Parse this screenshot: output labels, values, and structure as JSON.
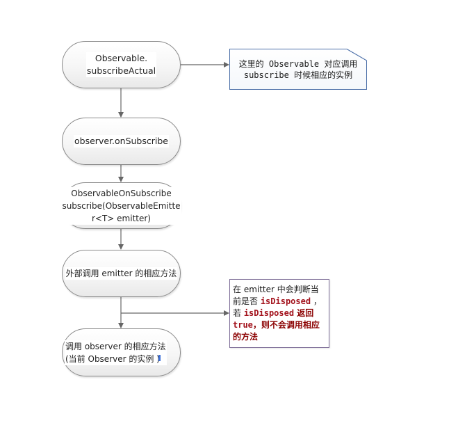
{
  "diagram": {
    "type": "flowchart",
    "colors": {
      "connector": "#666666",
      "terminal_border": "#8a8a8a",
      "note_border": "#4a6ea8",
      "process_border": "#7d6d97",
      "highlight_red": "#a3121c"
    },
    "nodes": [
      {
        "id": "n1",
        "shape": "terminal",
        "label": "Observable.\nsubscribeActual"
      },
      {
        "id": "n2",
        "shape": "terminal",
        "label": "observer.onSubscribe"
      },
      {
        "id": "n3",
        "shape": "terminal",
        "label": "ObservableOnSubscribe\nsubscribe(ObservableEmitte\nr<T> emitter)"
      },
      {
        "id": "n4",
        "shape": "terminal",
        "label": "外部调用 emitter 的相应方法"
      },
      {
        "id": "n5",
        "shape": "terminal",
        "label": "调用 observer  的相应方法\n(当前 Observer 的实例 )"
      }
    ],
    "notes": [
      {
        "id": "note1",
        "shape": "note",
        "label": "这里的 Observable 对应调用\nsubscribe 时候相应的实例"
      }
    ],
    "callout": {
      "id": "proc1",
      "shape": "process",
      "parts": {
        "p1": "在  emitter 中会判断当",
        "p2": "前是否 ",
        "p3": "isDisposed",
        "p4": " ，",
        "p5": "若 ",
        "p6": "isDisposed",
        "p7": " 返回",
        "p8": "true",
        "p9": "，则不会调用相应的方法"
      }
    },
    "edges": [
      {
        "from": "n1",
        "to": "note1"
      },
      {
        "from": "n1",
        "to": "n2"
      },
      {
        "from": "n2",
        "to": "n3"
      },
      {
        "from": "n3",
        "to": "n4"
      },
      {
        "from": "n4",
        "to": "n5"
      },
      {
        "from": "n4",
        "to": "proc1"
      }
    ]
  }
}
